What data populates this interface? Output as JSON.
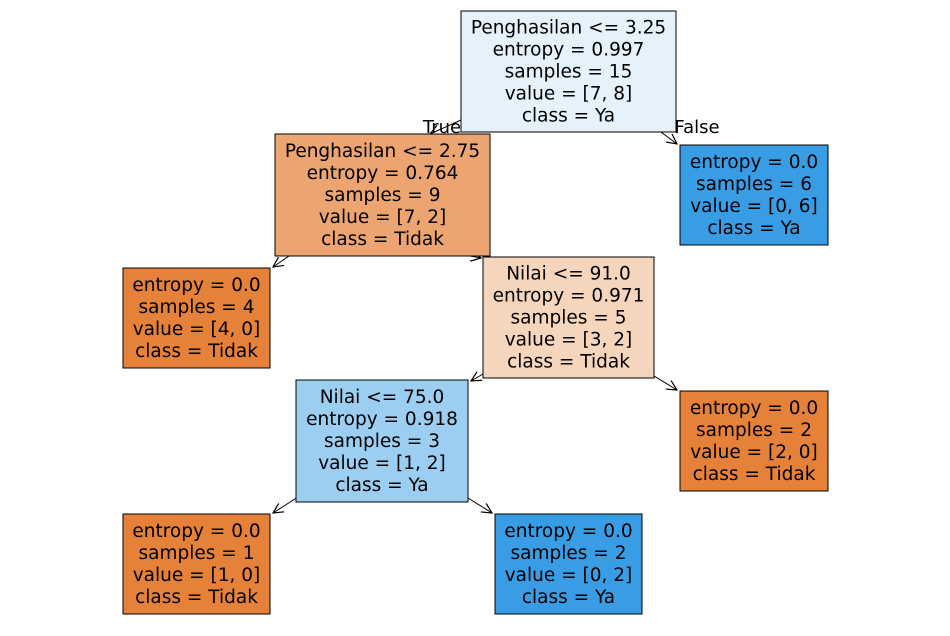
{
  "tree": {
    "edge_labels": {
      "true_label": "True",
      "false_label": "False"
    },
    "nodes": [
      {
        "id": "n0",
        "lines": [
          "Penghasilan <= 3.25",
          "entropy = 0.997",
          "samples = 15",
          "value = [7, 8]",
          "class = Ya"
        ],
        "fill": "#e5f2fc"
      },
      {
        "id": "n1",
        "lines": [
          "Penghasilan <= 2.75",
          "entropy = 0.764",
          "samples = 9",
          "value = [7, 2]",
          "class = Tidak"
        ],
        "fill": "#eca571"
      },
      {
        "id": "n2",
        "lines": [
          "entropy = 0.0",
          "samples = 6",
          "value = [0, 6]",
          "class = Ya"
        ],
        "fill": "#399de5"
      },
      {
        "id": "n3",
        "lines": [
          "entropy = 0.0",
          "samples = 4",
          "value = [4, 0]",
          "class = Tidak"
        ],
        "fill": "#e58139"
      },
      {
        "id": "n4",
        "lines": [
          "Nilai <= 91.0",
          "entropy = 0.971",
          "samples = 5",
          "value = [3, 2]",
          "class = Tidak"
        ],
        "fill": "#f6d5bd"
      },
      {
        "id": "n5",
        "lines": [
          "Nilai <= 75.0",
          "entropy = 0.918",
          "samples = 3",
          "value = [1, 2]",
          "class = Ya"
        ],
        "fill": "#9ccef2"
      },
      {
        "id": "n6",
        "lines": [
          "entropy = 0.0",
          "samples = 2",
          "value = [2, 0]",
          "class = Tidak"
        ],
        "fill": "#e58139"
      },
      {
        "id": "n7",
        "lines": [
          "entropy = 0.0",
          "samples = 1",
          "value = [1, 0]",
          "class = Tidak"
        ],
        "fill": "#e58139"
      },
      {
        "id": "n8",
        "lines": [
          "entropy = 0.0",
          "samples = 2",
          "value = [0, 2]",
          "class = Ya"
        ],
        "fill": "#399de5"
      }
    ],
    "edges": [
      {
        "from": "n0",
        "to": "n1"
      },
      {
        "from": "n0",
        "to": "n2"
      },
      {
        "from": "n1",
        "to": "n3"
      },
      {
        "from": "n1",
        "to": "n4"
      },
      {
        "from": "n4",
        "to": "n5"
      },
      {
        "from": "n4",
        "to": "n6"
      },
      {
        "from": "n5",
        "to": "n7"
      },
      {
        "from": "n5",
        "to": "n8"
      }
    ]
  }
}
